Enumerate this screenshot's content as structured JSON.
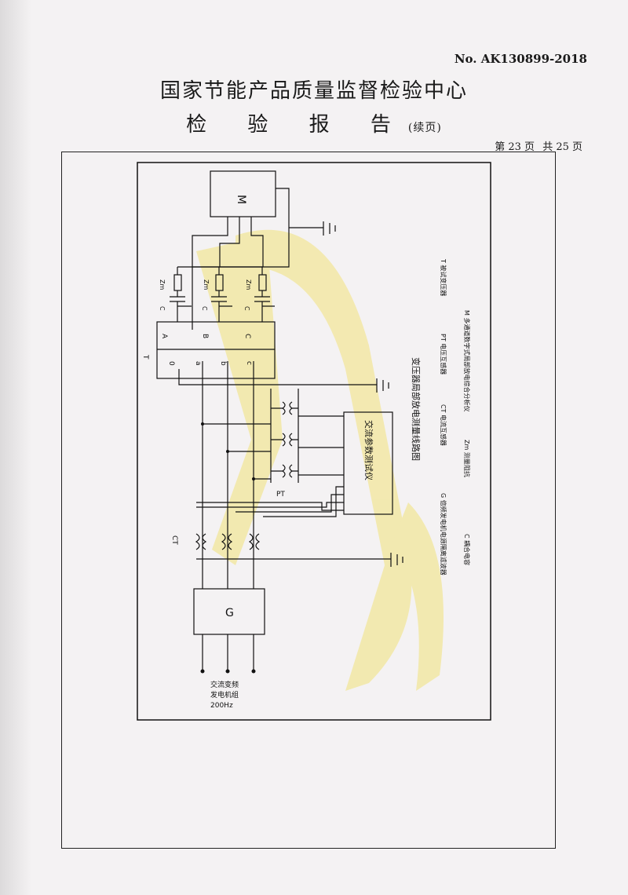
{
  "header": {
    "report_no": "No. AK130899-2018",
    "title": "国家节能产品质量监督检验中心",
    "subtitle": "检 验 报 告",
    "subtitle_suffix": "(续页)",
    "page_current": "第 23 页",
    "page_total": "共 25 页"
  },
  "diagram": {
    "labels": {
      "motor": "M",
      "generator": "G",
      "analyzer": "交流参数测试仪",
      "transformer": "T",
      "coupling_c": "C",
      "impedance": "Zm",
      "ct": "CT",
      "pt": "PT",
      "terminal_o": "0",
      "terminal_a_high": "A",
      "terminal_b_high": "B",
      "terminal_c_high": "C",
      "terminal_a_low": "a",
      "terminal_b_low": "b",
      "terminal_c_low": "c",
      "source_line1": "交流变频",
      "source_line2": "发电机组",
      "source_line3": "200Hz"
    },
    "caption": "变压器局部放电测量线路图",
    "legend": [
      "G  倍频发电机电源隔离滤波器",
      "C  耦合电容",
      "CT 电流互感器",
      "Zm 测量阻抗",
      "PT 电压互感器",
      "M  多通道数字式局部放电综合分析仪",
      "T  被试变压器"
    ],
    "watermark_color": "#f2e27a"
  }
}
